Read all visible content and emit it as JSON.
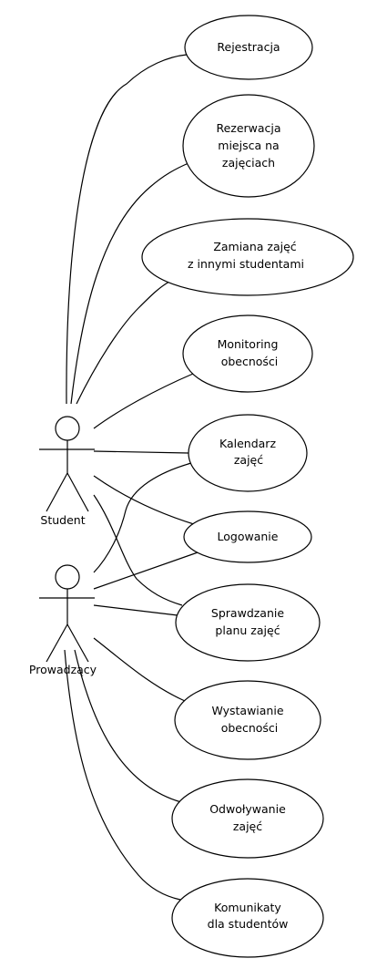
{
  "actors": [
    {
      "id": "student",
      "label": "Student"
    },
    {
      "id": "prowadzacy",
      "label": "Prowadzący"
    }
  ],
  "use_cases": [
    {
      "id": "rejestracja",
      "lines": [
        "Rejestracja"
      ]
    },
    {
      "id": "rezerwacja",
      "lines": [
        "Rezerwacja",
        "miejsca na",
        "zajęciach"
      ]
    },
    {
      "id": "zamiana",
      "lines": [
        "Zamiana zajęć",
        "z innymi studentami"
      ]
    },
    {
      "id": "monitoring",
      "lines": [
        "Monitoring",
        "obecności"
      ]
    },
    {
      "id": "kalendarz",
      "lines": [
        "Kalendarz",
        "zajęć"
      ]
    },
    {
      "id": "logowanie",
      "lines": [
        "Logowanie"
      ]
    },
    {
      "id": "sprawdzanie",
      "lines": [
        "Sprawdzanie",
        "planu zajęć"
      ]
    },
    {
      "id": "wystawianie",
      "lines": [
        "Wystawianie",
        "obecności"
      ]
    },
    {
      "id": "odwolywanie",
      "lines": [
        "Odwoływanie",
        "zajęć"
      ]
    },
    {
      "id": "komunikaty",
      "lines": [
        "Komunikaty",
        "dla studentów"
      ]
    }
  ],
  "associations": [
    {
      "actor": "student",
      "use_case": "rejestracja"
    },
    {
      "actor": "student",
      "use_case": "rezerwacja"
    },
    {
      "actor": "student",
      "use_case": "zamiana"
    },
    {
      "actor": "student",
      "use_case": "monitoring"
    },
    {
      "actor": "student",
      "use_case": "kalendarz"
    },
    {
      "actor": "student",
      "use_case": "logowanie"
    },
    {
      "actor": "student",
      "use_case": "sprawdzanie"
    },
    {
      "actor": "prowadzacy",
      "use_case": "kalendarz"
    },
    {
      "actor": "prowadzacy",
      "use_case": "logowanie"
    },
    {
      "actor": "prowadzacy",
      "use_case": "sprawdzanie"
    },
    {
      "actor": "prowadzacy",
      "use_case": "wystawianie"
    },
    {
      "actor": "prowadzacy",
      "use_case": "odwolywanie"
    },
    {
      "actor": "prowadzacy",
      "use_case": "komunikaty"
    }
  ]
}
